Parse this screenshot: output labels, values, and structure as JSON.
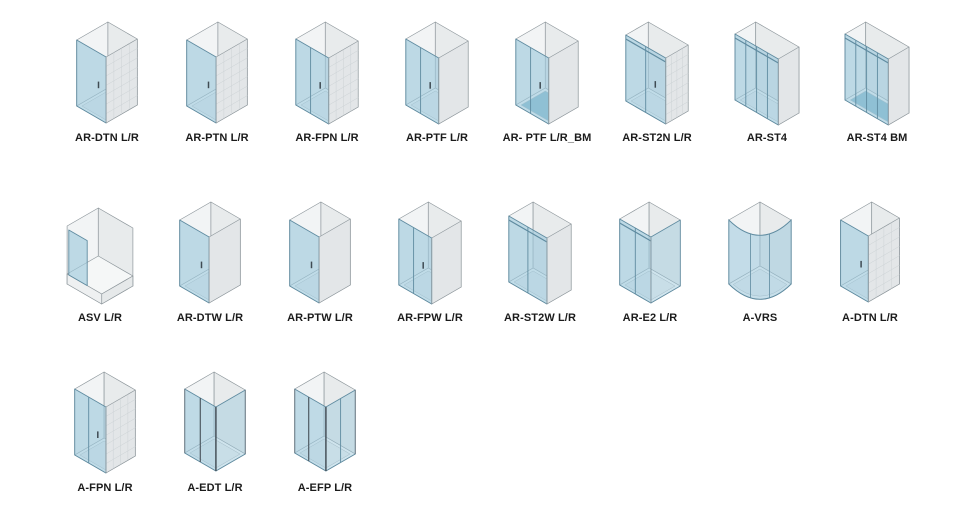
{
  "page": {
    "background": "#ffffff"
  },
  "colors": {
    "glass": "#9cc8dc",
    "glass_edge": "#5f8ba0",
    "tray_blue": "#79b3c8",
    "wall_interior": "#e8ebec",
    "wall_interior_light": "#f2f4f5",
    "wall_front": "#e3e6e8",
    "tile_line": "#ccd2d5",
    "floor": "#fafbfb",
    "tray": "#edf0f1",
    "outline": "#8e979c",
    "label_text": "#1b1b1b"
  },
  "rows": [
    {
      "items": [
        {
          "label": "AR-DTN L/R",
          "variant": "dtn"
        },
        {
          "label": "AR-PTN L/R",
          "variant": "ptn"
        },
        {
          "label": "AR-FPN L/R",
          "variant": "fpn"
        },
        {
          "label": "AR-PTF L/R",
          "variant": "ptf"
        },
        {
          "label": "AR- PTF L/R_BM",
          "variant": "ptf-bm"
        },
        {
          "label": "AR-ST2N L/R",
          "variant": "st2n"
        },
        {
          "label": "AR-ST4",
          "variant": "st4"
        },
        {
          "label": "AR-ST4 BM",
          "variant": "st4-bm"
        }
      ]
    },
    {
      "items": [
        {
          "label": "ASV L/R",
          "variant": "asv"
        },
        {
          "label": "AR-DTW L/R",
          "variant": "dtw"
        },
        {
          "label": "AR-PTW L/R",
          "variant": "ptw"
        },
        {
          "label": "AR-FPW L/R",
          "variant": "fpw"
        },
        {
          "label": "AR-ST2W L/R",
          "variant": "st2w"
        },
        {
          "label": "AR-E2 L/R",
          "variant": "e2"
        },
        {
          "label": "A-VRS",
          "variant": "vrs"
        },
        {
          "label": "A-DTN L/R",
          "variant": "adtn"
        }
      ]
    },
    {
      "items": [
        {
          "label": "A-FPN L/R",
          "variant": "afpn"
        },
        {
          "label": "A-EDT L/R",
          "variant": "aedt"
        },
        {
          "label": "A-EFP L/R",
          "variant": "aefp"
        }
      ]
    }
  ]
}
